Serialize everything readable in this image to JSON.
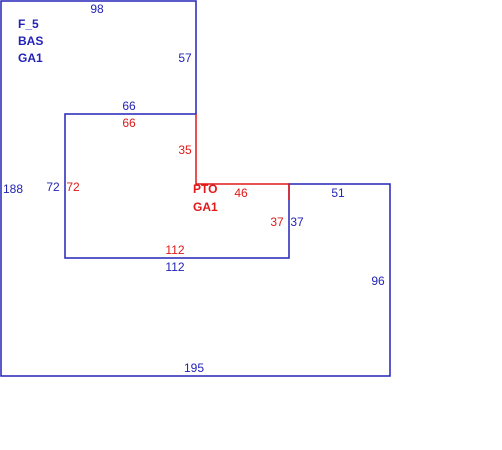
{
  "colors": {
    "outer": "#2323b8",
    "inner": "#e01818"
  },
  "outer_area": {
    "labels": [
      "F_5",
      "BAS",
      "GA1"
    ],
    "dimensions": {
      "top": "98",
      "right_upper": "57",
      "notch_top": "66",
      "left": "188",
      "notch_left": "72",
      "notch_bottom": "112",
      "step_top": "51",
      "step_left": "37",
      "right_lower": "96",
      "bottom": "195"
    }
  },
  "inner_area": {
    "labels": [
      "PTO",
      "GA1"
    ],
    "dimensions": {
      "top": "66",
      "right_upper": "35",
      "left": "72",
      "step_top": "46",
      "right_lower": "37",
      "bottom": "112"
    }
  }
}
